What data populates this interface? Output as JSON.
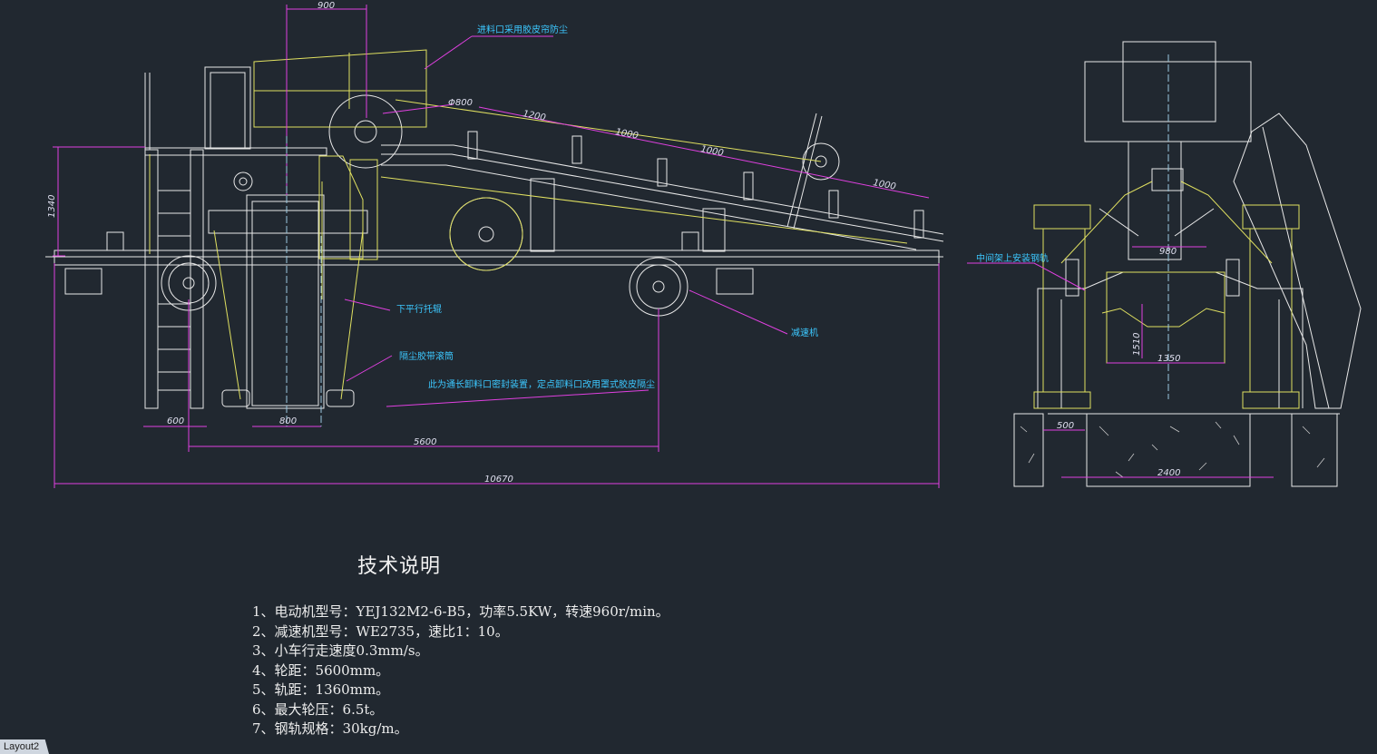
{
  "drawing": {
    "dimensions": {
      "d900": "900",
      "d1340": "1340",
      "d_phi800": "Φ800",
      "d1200": "1200",
      "d1000a": "1000",
      "d1000b": "1000",
      "d1000c": "1000",
      "d600": "600",
      "d800": "800",
      "d5600": "5600",
      "d10670": "10670",
      "d980": "980",
      "d1510": "1510",
      "d1350": "1350",
      "d500": "500",
      "d2400": "2400"
    },
    "labels": {
      "feed_inlet": "进料口采用胶皮帘防尘",
      "lower_roller": "下平行托辊",
      "reducer": "减速机",
      "dust_drum": "隔尘胶带滚筒",
      "seal_note": "此为通长卸料口密封装置，定点卸料口改用罩式胶皮隔尘",
      "mid_frame": "中间架上安装钢轨"
    },
    "colors": {
      "background": "#212830",
      "magenta_dims": "#e040e0",
      "yellow_frame": "#e0e060",
      "cyan_text": "#3cc8ff",
      "white_lines": "#e8e8e8"
    }
  },
  "notes": {
    "title": "技术说明",
    "items": [
      "1、电动机型号：YEJ132M2-6-B5，功率5.5KW，转速960r/min。",
      "2、减速机型号：WE2735，速比1：10。",
      "3、小车行走速度0.3mm/s。",
      "4、轮距：5600mm。",
      "5、轨距：1360mm。",
      "6、最大轮压：6.5t。",
      "7、钢轨规格：30kg/m。"
    ]
  },
  "layout_tab": {
    "label": "Layout2"
  }
}
